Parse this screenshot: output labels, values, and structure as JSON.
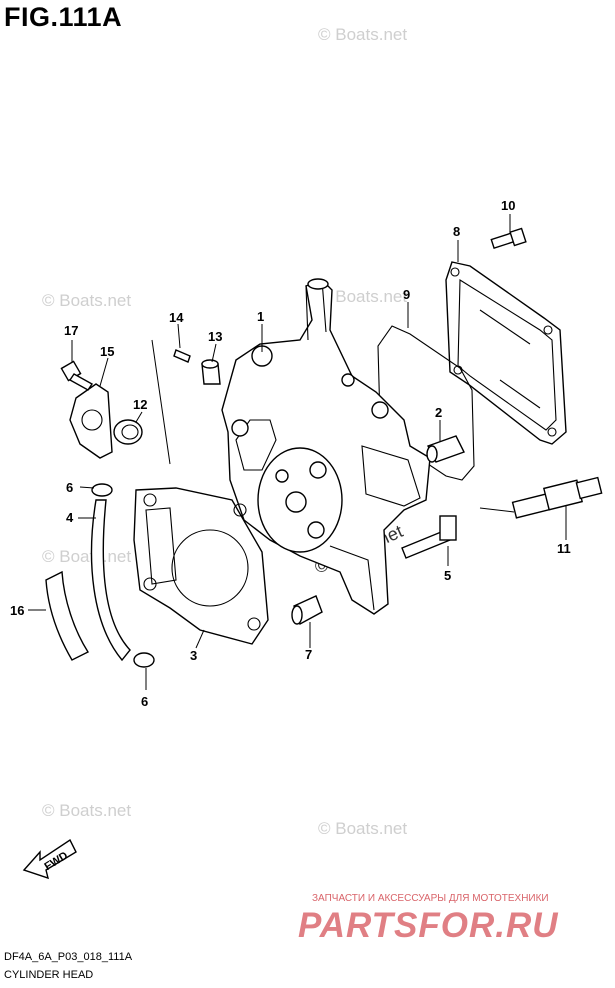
{
  "figure": {
    "title": "FIG.111A",
    "code": "DF4A_6A_P03_018_111A",
    "name": "CYLINDER HEAD"
  },
  "watermark": "© Boats.net",
  "forward_label": "FWD",
  "callouts": {
    "c1": "1",
    "c2": "2",
    "c3": "3",
    "c4": "4",
    "c5": "5",
    "c6a": "6",
    "c6b": "6",
    "c7": "7",
    "c8": "8",
    "c9": "9",
    "c10": "10",
    "c11": "11",
    "c12": "12",
    "c13": "13",
    "c14": "14",
    "c15": "15",
    "c16": "16",
    "c17": "17"
  },
  "branding": {
    "line": "ЗАПЧАСТИ И АКСЕССУАРЫ ДЛЯ МОТОТЕХНИКИ",
    "logo": "PARTSFOR.RU"
  },
  "colors": {
    "ink": "#000000",
    "watermark": "#cfcfcf",
    "brand": "#e07f84"
  }
}
